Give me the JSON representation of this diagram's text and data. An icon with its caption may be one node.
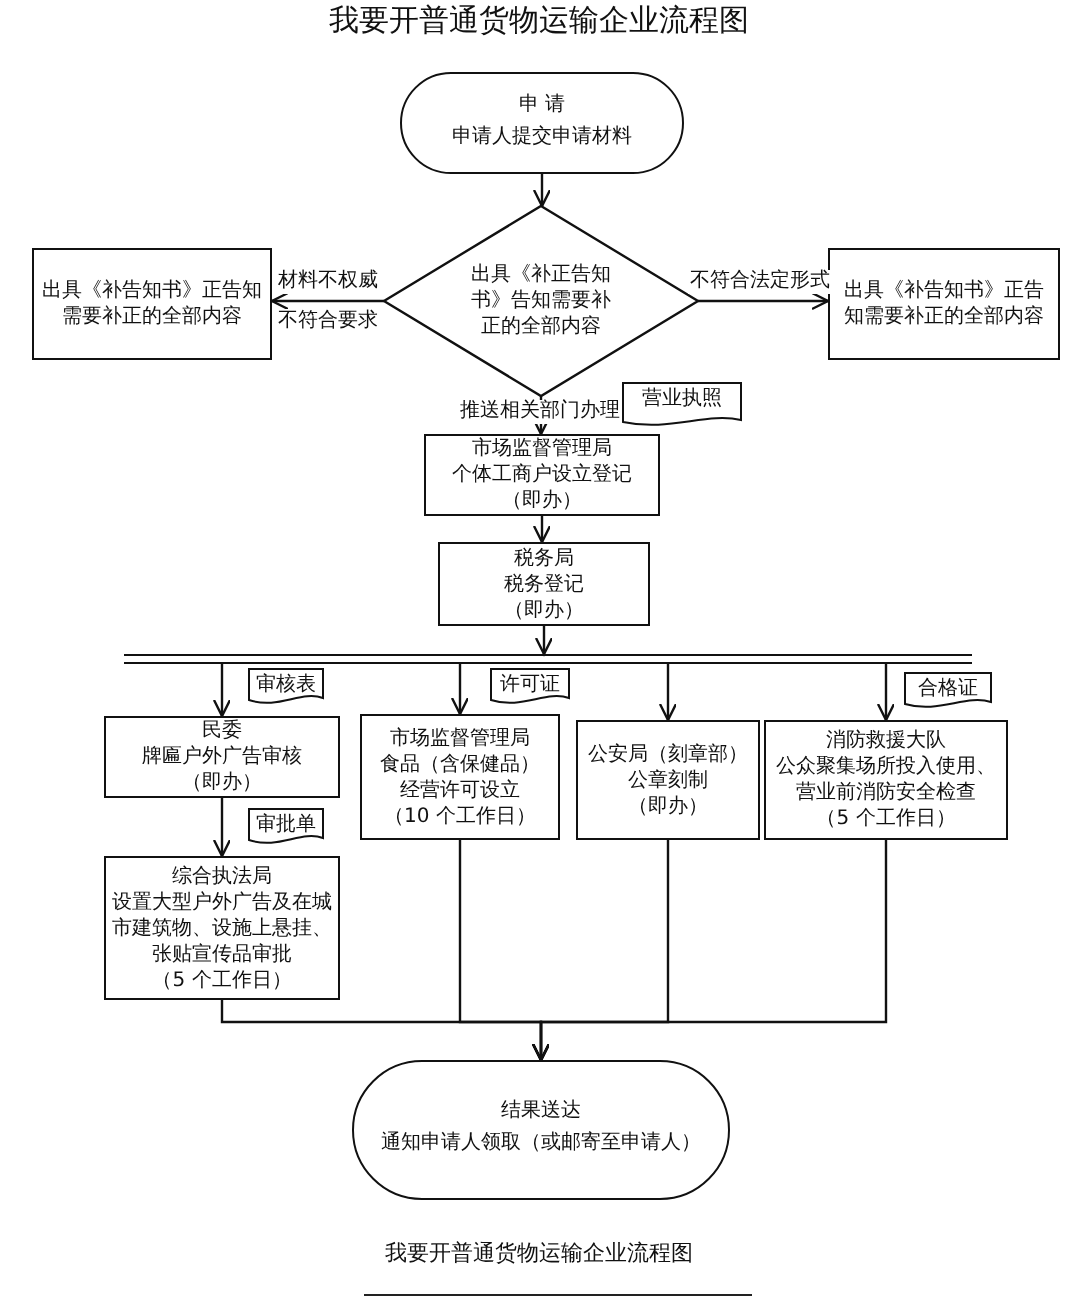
{
  "diagram": {
    "title": "我要开普通货物运输企业流程图",
    "caption": "我要开普通货物运输企业流程图",
    "nodes": [
      {
        "text": [
          "申 请",
          "申请人提交申请材料"
        ]
      },
      {
        "text": [
          "出具《补正告知书》告知需要补正的全部内容"
        ]
      },
      {
        "text": [
          "出具《补告知书》正告知需要补正的全部内容"
        ]
      },
      {
        "text": [
          "出具《补告知书》正告知需要补正的全部内容"
        ]
      },
      {
        "text": [
          "营业执照"
        ]
      },
      {
        "text": [
          "市场监督管理局",
          "个体工商户设立登记",
          "（即办）"
        ]
      },
      {
        "text": [
          "税务局",
          "税务登记",
          "（即办）"
        ]
      },
      {
        "text": [],
        "shape": "bar"
      },
      {
        "text": [
          "审核表"
        ]
      },
      {
        "text": [
          "许可证"
        ]
      },
      {
        "text": [
          "合格证"
        ]
      },
      {
        "text": [
          "民委",
          "牌匾户外广告审核",
          "（即办）"
        ]
      },
      {
        "text": [
          "市场监督管理局",
          "食品（含保健品）",
          "经营许可设立",
          "（10 个工作日）"
        ]
      },
      {
        "text": [
          "公安局（刻章部）",
          "公章刻制",
          "（即办）"
        ]
      },
      {
        "text": [
          "消防救援大队",
          "公众聚集场所投入使用、营业前消防安全检查",
          "（5 个工作日）"
        ]
      },
      {
        "text": [
          "审批单"
        ]
      },
      {
        "text": [
          "综合执法局",
          "设置大型户外广告及在城市建筑物、设施上悬挂、张贴宣传品审批",
          "（5 个工作日）"
        ]
      },
      {
        "text": [
          "结果送达",
          "通知申请人领取（或邮寄至申请人）"
        ]
      }
    ],
    "edges": [
      {
        "from": 0,
        "to": 1,
        "arrow": "to"
      },
      {
        "from": 1,
        "to": 2,
        "arrow": "to",
        "label": "材料不权威"
      },
      {
        "from": 1,
        "to": 3,
        "arrow": "to",
        "label": "不符合法定形式"
      },
      {
        "from": 1,
        "to": 5,
        "arrow": "to",
        "label": "推送相关部门办理"
      },
      {
        "from": 5,
        "to": 6,
        "arrow": "to"
      },
      {
        "from": 6,
        "to": 7,
        "arrow": "to"
      },
      {
        "from": 7,
        "to": 11,
        "arrow": "to"
      },
      {
        "from": 7,
        "to": 12,
        "arrow": "to"
      },
      {
        "from": 7,
        "to": 13,
        "arrow": "to"
      },
      {
        "from": 7,
        "to": 14,
        "arrow": "to"
      },
      {
        "from": 11,
        "to": 16,
        "arrow": "to"
      },
      {
        "from": 16,
        "to": 17,
        "arrow": "to"
      },
      {
        "from": 12,
        "to": 17,
        "arrow": "to"
      },
      {
        "from": 13,
        "to": 17,
        "arrow": "to"
      },
      {
        "from": 14,
        "to": 17,
        "arrow": "to"
      }
    ],
    "labels": [
      "不符合要求"
    ]
  }
}
